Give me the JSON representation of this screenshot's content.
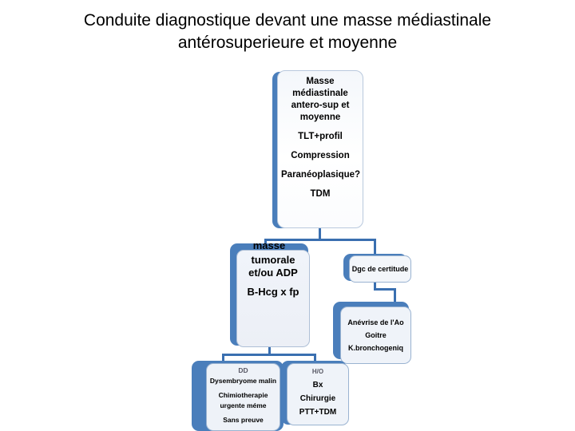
{
  "title": "Conduite diagnostique devant une masse médiastinale antérosuperieure et moyenne",
  "colors": {
    "node_blue": "#4a7ebb",
    "connector_blue": "#3a6fb0",
    "panel_fill": "#eef2f8",
    "panel_border": "#9ab3d1",
    "text": "#000000",
    "background": "#ffffff"
  },
  "nodes": {
    "root": {
      "name": "masse-mediastinale-root",
      "lines": [
        "Masse médiastinale antero-sup et moyenne",
        "TLT+profil",
        "Compression",
        "Paranéoplasique?",
        "TDM"
      ]
    },
    "masse_tumorale": {
      "name": "masse-tumorale-adp",
      "overlabel": "masse",
      "lines": [
        "tumorale",
        "et/ou ADP",
        "B-Hcg x fp"
      ]
    },
    "dgc_certitude": {
      "name": "dgc-de-certitude",
      "lines": [
        "Dgc de certitude"
      ]
    },
    "differentiels": {
      "name": "diagnostics-differentiels",
      "lines": [
        "Anévrise de l'Ao",
        "Goitre",
        "K.bronchogeniq"
      ]
    },
    "dysembryome": {
      "name": "dysembryome-malin",
      "lines": [
        "DD",
        "Dysembryome malin",
        "Chimiotherapie urgente méme",
        "Sans preuve"
      ]
    },
    "biopsie": {
      "name": "biopsie-chirurgie",
      "lines": [
        "H/O",
        "Bx",
        "Chirurgie",
        "PTT+TDM"
      ]
    }
  }
}
